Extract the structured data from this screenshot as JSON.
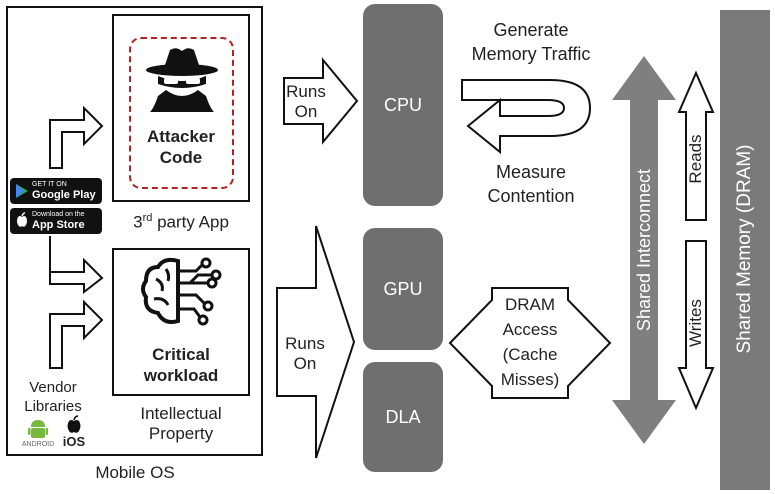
{
  "mobile_os": {
    "label": "Mobile OS"
  },
  "third_party_app": {
    "code_line1": "Attacker",
    "code_line2": "Code",
    "label_pre": "3",
    "label_sup": "rd",
    "label_post": " party App"
  },
  "intellectual_property": {
    "workload_line1": "Critical",
    "workload_line2": "workload",
    "label_line1": "Intellectual",
    "label_line2": "Property"
  },
  "stores": {
    "google_small": "GET IT ON",
    "google_big": "Google Play",
    "apple_small": "Download on the",
    "apple_big": "App Store"
  },
  "vendor": {
    "line1": "Vendor",
    "line2": "Libraries",
    "android": "ANDROID",
    "ios": "iOS"
  },
  "runs_on_top": {
    "line1": "Runs",
    "line2": "On"
  },
  "runs_on_bottom": {
    "line1": "Runs",
    "line2": "On"
  },
  "processors": {
    "cpu": "CPU",
    "gpu": "GPU",
    "dla": "DLA"
  },
  "traffic": {
    "generate_line1": "Generate",
    "generate_line2": "Memory Traffic",
    "measure_line1": "Measure",
    "measure_line2": "Contention"
  },
  "dram_access": {
    "line1": "DRAM",
    "line2": "Access",
    "line3": "(Cache",
    "line4": "Misses)"
  },
  "interconnect": {
    "label": "Shared Interconnect"
  },
  "reads": {
    "label": "Reads"
  },
  "writes": {
    "label": "Writes"
  },
  "shared_memory": {
    "label": "Shared Memory (DRAM)"
  },
  "colors": {
    "accent_red": "#b22222",
    "processor_gray": "#6f6f6f",
    "interconnect_gray": "#7f7f7f"
  }
}
